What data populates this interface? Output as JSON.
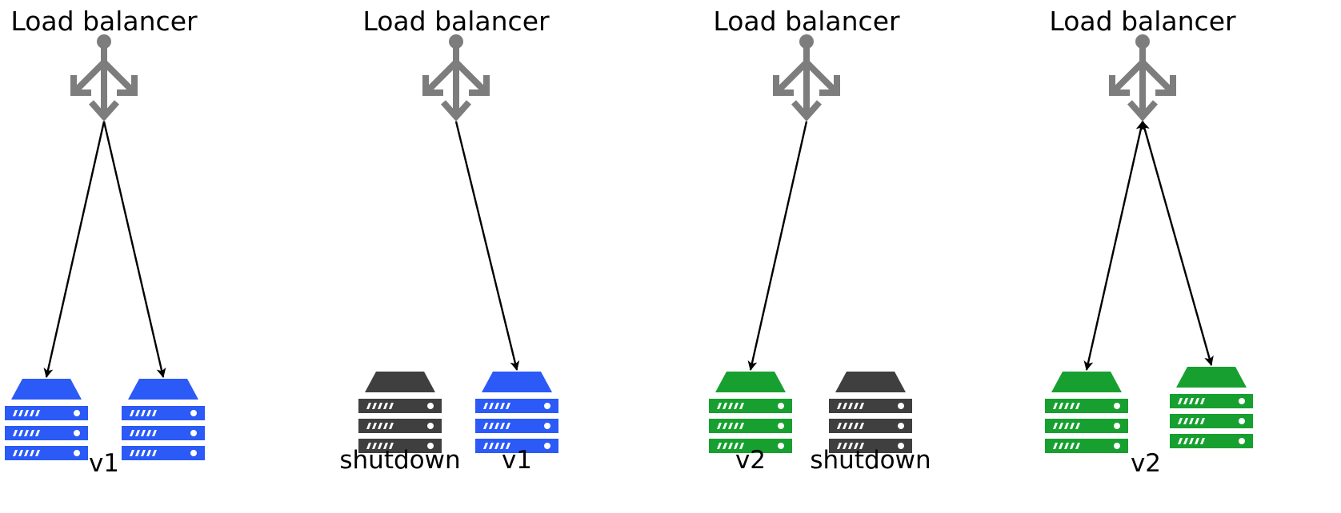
{
  "colors": {
    "v1": "#2b5af7",
    "v2": "#17a02f",
    "shutdown": "#3f3f3f",
    "load_balancer": "#7d7d7d",
    "arrow": "#000000"
  },
  "stages": [
    {
      "title": "Load balancer",
      "servers": [
        {
          "state": "v1",
          "label": ""
        },
        {
          "state": "v1",
          "label": ""
        }
      ],
      "shared_label": "v1"
    },
    {
      "title": "Load balancer",
      "servers": [
        {
          "state": "shutdown",
          "label": "shutdown"
        },
        {
          "state": "v1",
          "label": "v1"
        }
      ],
      "shared_label": ""
    },
    {
      "title": "Load balancer",
      "servers": [
        {
          "state": "v2",
          "label": "v2"
        },
        {
          "state": "shutdown",
          "label": "shutdown"
        }
      ],
      "shared_label": ""
    },
    {
      "title": "Load balancer",
      "servers": [
        {
          "state": "v2",
          "label": ""
        },
        {
          "state": "v2",
          "label": ""
        }
      ],
      "shared_label": "v2"
    }
  ],
  "connections": [
    {
      "stage": 0,
      "server": 0,
      "direction": "forward"
    },
    {
      "stage": 0,
      "server": 1,
      "direction": "forward"
    },
    {
      "stage": 1,
      "server": 1,
      "direction": "forward"
    },
    {
      "stage": 2,
      "server": 0,
      "direction": "forward"
    },
    {
      "stage": 3,
      "server": 0,
      "direction": "both"
    },
    {
      "stage": 3,
      "server": 1,
      "direction": "both"
    }
  ]
}
